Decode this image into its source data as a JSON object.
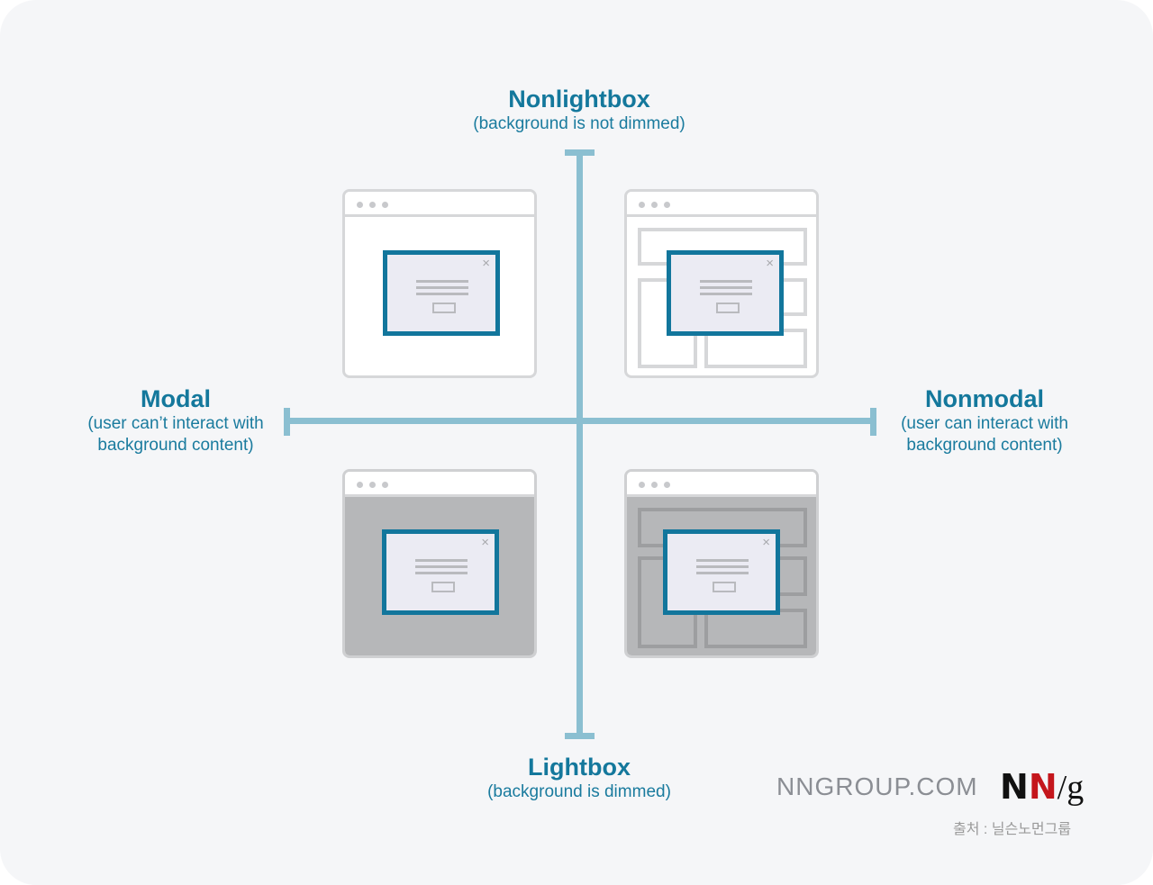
{
  "top": {
    "title": "Nonlightbox",
    "subtitle": "(background is not dimmed)"
  },
  "bottom": {
    "title": "Lightbox",
    "subtitle": "(background is dimmed)"
  },
  "left": {
    "title": "Modal",
    "subtitle_line1": "(user can’t interact with",
    "subtitle_line2": "background content)"
  },
  "right": {
    "title": "Nonmodal",
    "subtitle_line1": "(user can interact with",
    "subtitle_line2": "background content)"
  },
  "dialog_close_glyph": "×",
  "footer": {
    "domain": "NNGROUP.COM",
    "logo_n1": "N",
    "logo_n2": "N",
    "logo_slash": "/",
    "logo_g": "g",
    "source": "출처 : 닐슨노먼그룹"
  },
  "colors": {
    "accent": "#14789c",
    "axis": "#8bbfd1",
    "logo_red": "#c4161c"
  }
}
